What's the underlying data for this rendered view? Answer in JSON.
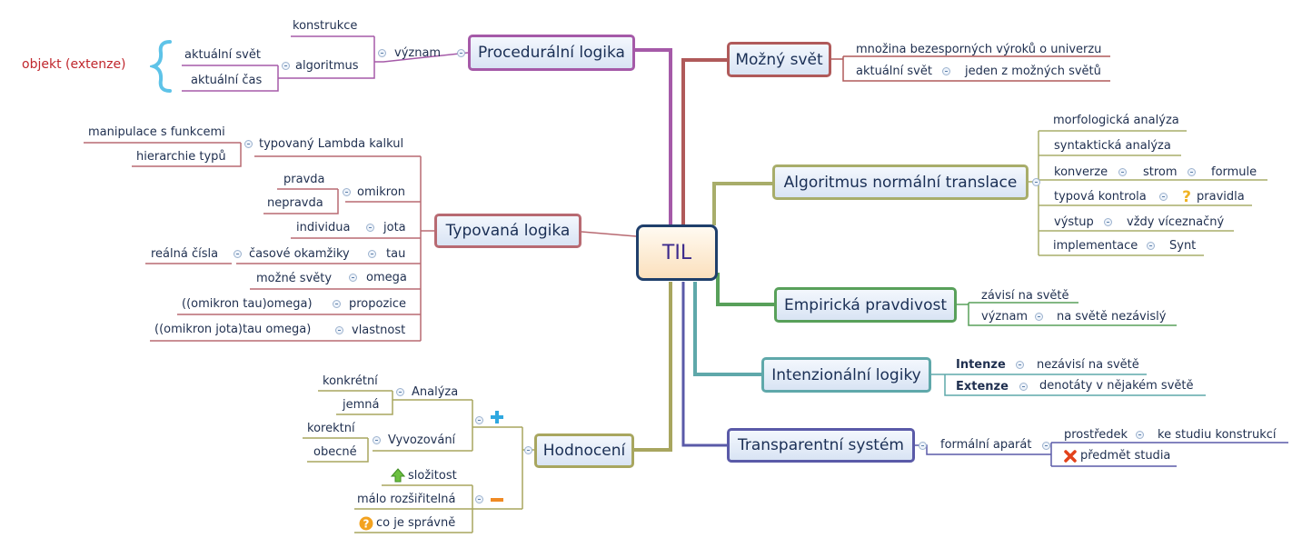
{
  "center": "TIL",
  "branches": {
    "proc": {
      "title": "Procedurální logika",
      "vyznam": "význam",
      "konstrukce": "konstrukce",
      "algoritmus": "algoritmus",
      "aktualni_svet": "aktuální svět",
      "aktualni_cas": "aktuální čas",
      "objekt": "objekt (extenze)"
    },
    "typ": {
      "title": "Typovaná logika",
      "lambda": "typovaný Lambda kalkul",
      "manipulace": "manipulace s funkcemi",
      "hierarchie": "hierarchie typů",
      "omikron": "omikron",
      "pravda": "pravda",
      "nepravda": "nepravda",
      "jota": "jota",
      "individua": "individua",
      "tau": "tau",
      "casove": "časové okamžiky",
      "realna": "reálná čísla",
      "omega": "omega",
      "mozne_svety": "možné světy",
      "propozice": "propozice",
      "propozice_typ": "((omikron tau)omega)",
      "vlastnost": "vlastnost",
      "vlastnost_typ": "((omikron jota)tau omega)"
    },
    "hod": {
      "title": "Hodnocení",
      "analyza": "Analýza",
      "konkretni": "konkrétní",
      "jemna": "jemná",
      "vyvozovani": "Vyvozování",
      "korektni": "korektní",
      "obecne": "obecné",
      "slozitost": "složitost",
      "malo": "málo rozšiřitelná",
      "co_je": "co je správně"
    },
    "svet": {
      "title": "Možný svět",
      "mnozina": "množina bezesporných výroků o univerzu",
      "aktualni": "aktuální svět",
      "jeden": "jeden z možných světů"
    },
    "alg": {
      "title": "Algoritmus normální translace",
      "morf": "morfologická analýza",
      "synt": "syntaktická analýza",
      "konverze": "konverze",
      "strom": "strom",
      "formule": "formule",
      "typova": "typová kontrola",
      "pravidla": "pravidla",
      "vystup": "výstup",
      "vzdy": "vždy víceznačný",
      "impl": "implementace",
      "synt2": "Synt"
    },
    "emp": {
      "title": "Empirická pravdivost",
      "zavisi": "závisí na světě",
      "vyznam": "význam",
      "nezavisly": "na světě nezávislý"
    },
    "int": {
      "title": "Intenzionální logiky",
      "intenze": "Intenze",
      "nezavisi": "nezávisí na světě",
      "extenze": "Extenze",
      "denotaty": "denotáty v nějakém světě"
    },
    "trans": {
      "title": "Transparentní systém",
      "formalni": "formální aparát",
      "prostredek": "prostředek",
      "ke_studiu": "ke studiu konstrukcí",
      "predmet": "předmět studia"
    }
  },
  "colors": {
    "proc": "#a55aa8",
    "typ": "#b86a72",
    "hod": "#a8a65f",
    "svet": "#b05a5a",
    "alg": "#a8ad6a",
    "emp": "#58a05a",
    "int": "#5fa8aa",
    "trans": "#5a5aa8"
  },
  "icons": [
    "brace-icon",
    "plus-icon",
    "minus-icon",
    "arrow-up-icon",
    "question-icon",
    "cross-icon"
  ]
}
